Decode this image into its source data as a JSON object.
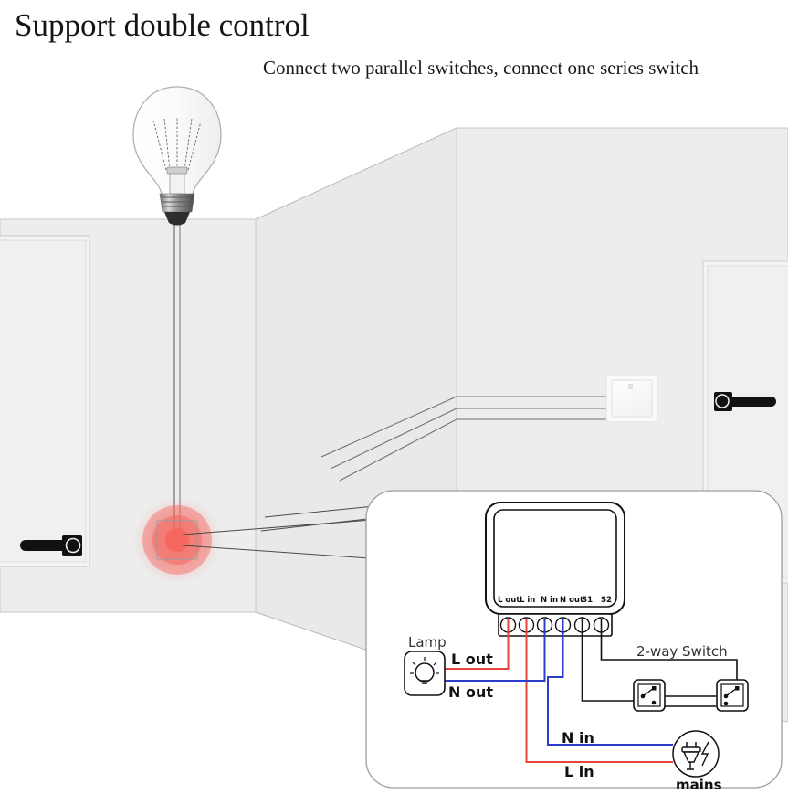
{
  "header": {
    "title": "Support double control",
    "subtitle": "Connect two parallel switches, connect one series switch"
  },
  "scene": {
    "bulb_icon": "light-bulb",
    "ceiling_cord": "pendant-cord",
    "wall_switch": "wall-switch-plate",
    "door_left_handle": "door-lever-handle",
    "door_right_handle": "door-lever-handle",
    "highlight_marker": "red-target-highlight",
    "callout": "zoom-callout-lines"
  },
  "detail_panel": {
    "module": {
      "name": "mini-smart-switch-module",
      "terminal_labels": [
        "L out",
        "L in",
        "N in",
        "N out",
        "S1",
        "S2"
      ],
      "terminal_wire_colors": [
        "#e8453c",
        "#e8453c",
        "#2b3ecb",
        "#2b3ecb",
        "#111111",
        "#111111"
      ]
    },
    "lamp": {
      "label": "Lamp",
      "icon": "lamp-bulb-icon",
      "wires": [
        {
          "label": "L out",
          "color": "#e8453c"
        },
        {
          "label": "N out",
          "color": "#2b3ecb"
        }
      ]
    },
    "two_way_switch": {
      "label": "2-way Switch",
      "icon": "two-way-switch-icon",
      "count": 2,
      "wire_color": "#111111"
    },
    "mains": {
      "label": "mains",
      "icon": "mains-plug-icon",
      "wires": [
        {
          "label": "N in",
          "color": "#2b3ecb"
        },
        {
          "label": "L in",
          "color": "#e8453c"
        }
      ]
    }
  },
  "colors": {
    "wire_live": "#e8453c",
    "wire_neutral": "#2b3ecb",
    "wire_switch": "#111111",
    "wall_fill": "#ededed",
    "wall_fill_alt": "#e8e8e8",
    "wall_stroke": "#b9b9b9",
    "highlight": "#f4675f",
    "text": "#141414"
  }
}
